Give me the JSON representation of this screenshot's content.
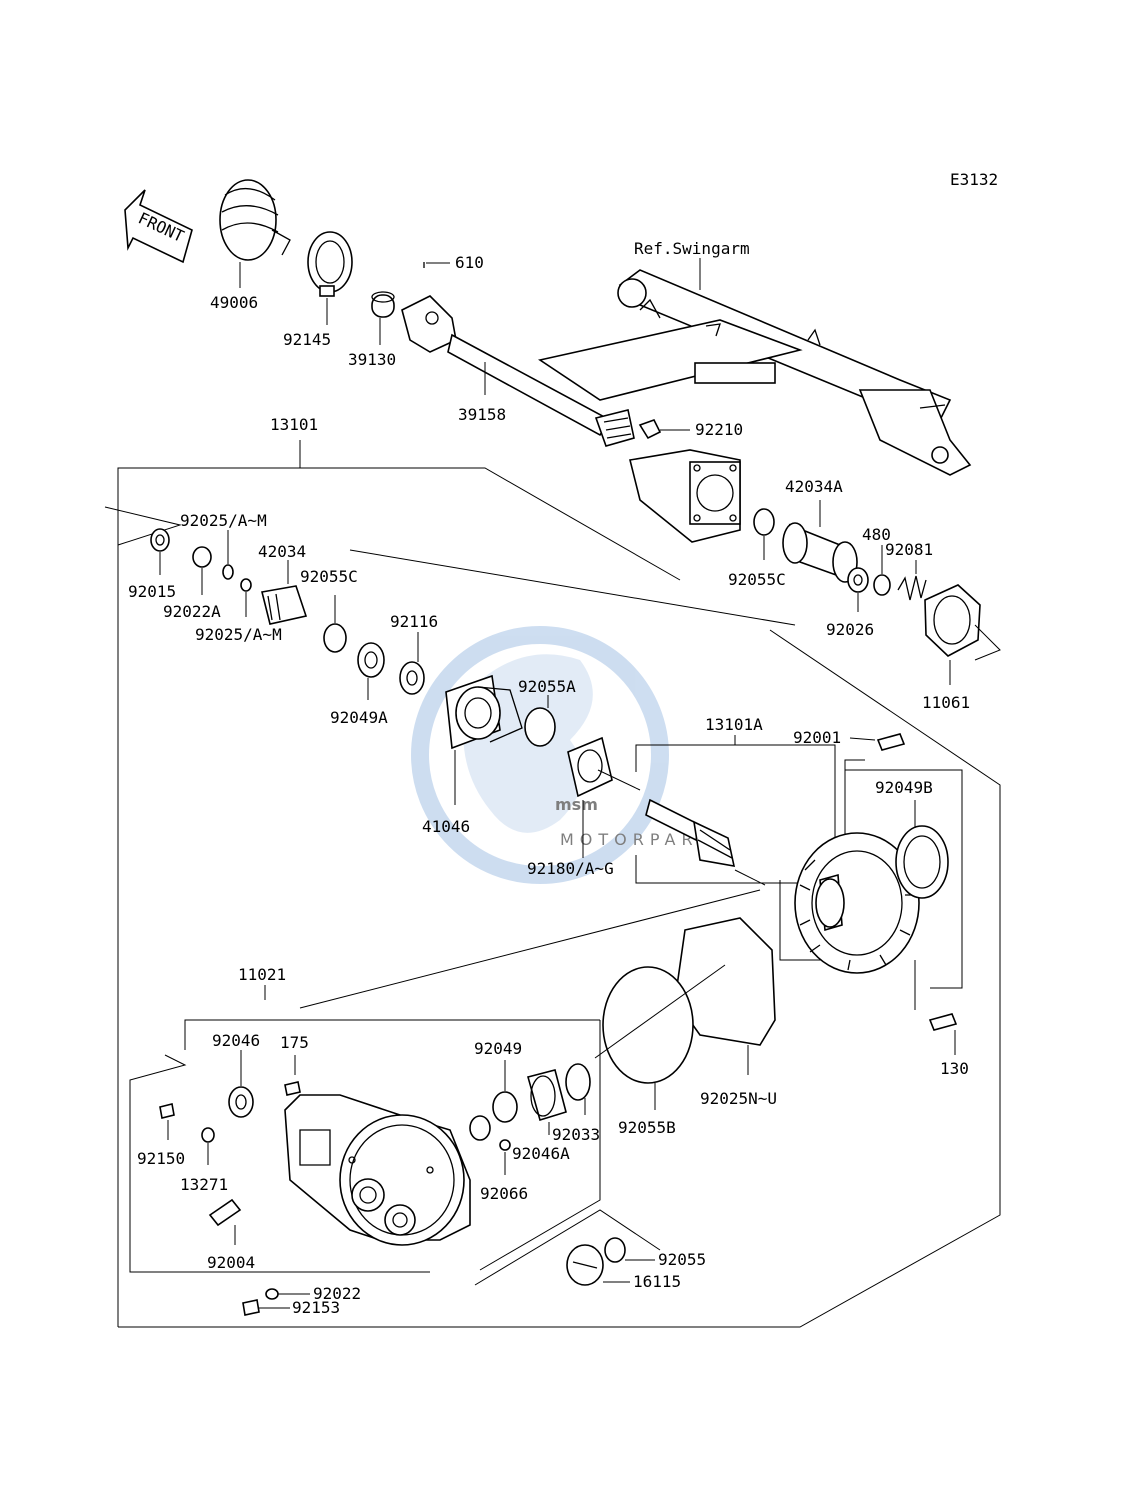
{
  "diagram_code": "E3132",
  "front_label": "FRONT",
  "ref_swingarm": "Ref.Swingarm",
  "watermark": {
    "brand": "msm",
    "sub": "MOTORPARTS",
    "color": "#7ea6d6"
  },
  "parts": {
    "p49006": "49006",
    "p92145": "92145",
    "p39130": "39130",
    "p610": "610",
    "p39158": "39158",
    "p92210": "92210",
    "p13101": "13101",
    "p42034A": "42034A",
    "p480": "480",
    "p92081": "92081",
    "p92055C_right": "92055C",
    "p92026": "92026",
    "p11061": "11061",
    "p92025AM_top": "92025/A~M",
    "p92015": "92015",
    "p92022A": "92022A",
    "p42034": "42034",
    "p92055C_left": "92055C",
    "p92025AM_bottom": "92025/A~M",
    "p92116": "92116",
    "p92049A": "92049A",
    "p92055A": "92055A",
    "p41046": "41046",
    "p13101A": "13101A",
    "p92001": "92001",
    "p92049B": "92049B",
    "p92180": "92180/A~G",
    "p11021": "11021",
    "p92046": "92046",
    "p175": "175",
    "p92049": "92049",
    "p92033": "92033",
    "p92055B": "92055B",
    "p92025NU": "92025N~U",
    "p130": "130",
    "p92150": "92150",
    "p13271": "13271",
    "p92046A": "92046A",
    "p92066": "92066",
    "p92004": "92004",
    "p92055": "92055",
    "p16115": "16115",
    "p92022": "92022",
    "p92153": "92153"
  }
}
